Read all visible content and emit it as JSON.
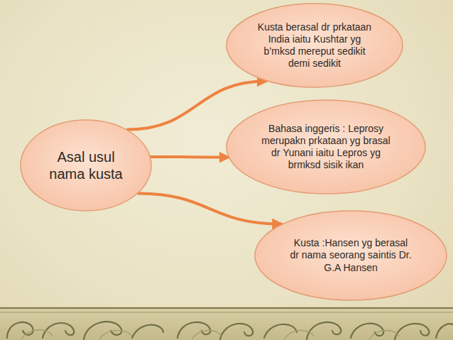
{
  "diagram": {
    "nodes": [
      {
        "text": [
          "Asal usul nama kusta"
        ]
      },
      {
        "text": [
          "Kusta berasal dr prkataan India iaitu Kushtar yg b’mksd mereput sedikit demi sedikit"
        ]
      },
      {
        "text": [
          "Bahasa inggeris : Leprosy merupakn prkataan yg brasal dr Yunani iaitu Lepros yg brmksd sisik ikan"
        ]
      },
      {
        "text": [
          "Kusta :Hansen yg berasal dr nama seorang saintis Dr. G.A Hansen"
        ]
      }
    ],
    "edges": [
      {
        "from": 0,
        "to": 1,
        "arrow": "to"
      },
      {
        "from": 0,
        "to": 2,
        "arrow": "to"
      },
      {
        "from": 0,
        "to": 3,
        "arrow": "to"
      }
    ]
  }
}
